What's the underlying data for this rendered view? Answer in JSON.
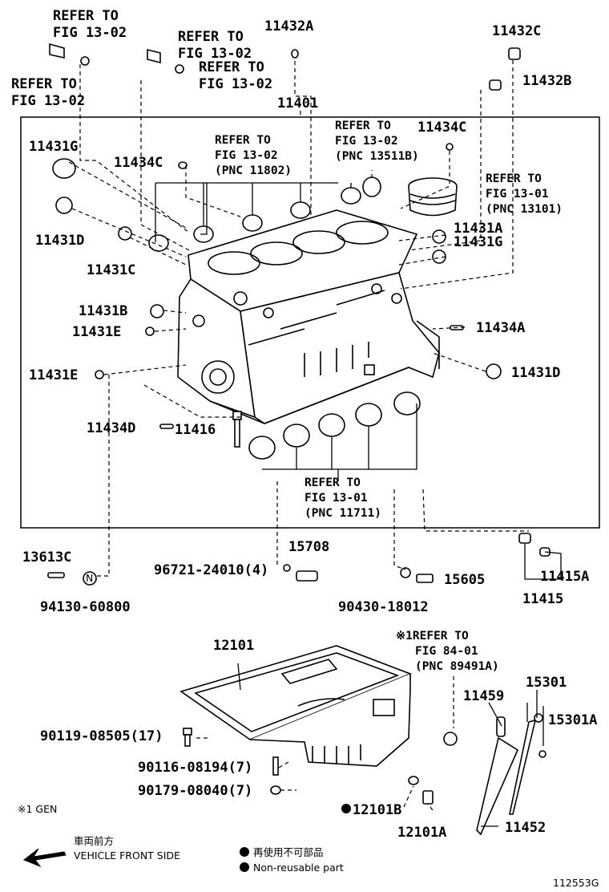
{
  "labels": {
    "ref_tl1": [
      "REFER TO",
      "FIG 13-02"
    ],
    "ref_tl2": [
      "REFER TO",
      "FIG 13-02"
    ],
    "ref_t2": [
      "REFER TO",
      "FIG 13-02"
    ],
    "ref_t3": [
      "REFER TO",
      "FIG 13-02"
    ],
    "p11432A": "11432A",
    "p11432C": "11432C",
    "p11432B": "11432B",
    "p11401": "11401",
    "ref_mid1": [
      "REFER TO",
      "FIG 13-02",
      "(PNC 11802)"
    ],
    "ref_mid2": [
      "REFER TO",
      "FIG 13-02",
      "(PNC 13511B)"
    ],
    "ref_piston": [
      "REFER TO",
      "FIG 13-01",
      "(PNC 13101)"
    ],
    "ref_main": [
      "REFER TO",
      "FIG 13-01",
      "(PNC 11711)"
    ],
    "ref_pan": [
      "※1REFER TO",
      "FIG 84-01",
      "(PNC 89491A)"
    ],
    "p11431G_l": "11431G",
    "p11434C_l": "11434C",
    "p11434C_r": "11434C",
    "p11431D_l": "11431D",
    "p11431C": "11431C",
    "p11431A": "11431A",
    "p11431G_r": "11431G",
    "p11431B": "11431B",
    "p11431E_1": "11431E",
    "p11434A": "11434A",
    "p11431E_2": "11431E",
    "p11431D_r": "11431D",
    "p11434D": "11434D",
    "p11416": "11416",
    "p13613C": "13613C",
    "p15708": "15708",
    "p96721": "96721-24010(4)",
    "p15605": "15605",
    "p11415A": "11415A",
    "p11415": "11415",
    "p94130": "94130-60800",
    "p90430": "90430-18012",
    "p12101": "12101",
    "p15301": "15301",
    "p11459": "11459",
    "p15301A": "15301A",
    "p90119": "90119-08505(17)",
    "p90116": "90116-08194(7)",
    "p90179": "90179-08040(7)",
    "p12101B": "12101B",
    "p12101A": "12101A",
    "p11452": "11452",
    "gen_note": "※1 GEN",
    "front_jp": "車両前方",
    "front_en": "VEHICLE FRONT SIDE",
    "legend_jp": "再使用不可部品",
    "legend_en": "Non-reusable part",
    "fig_id": "112553G",
    "n_mark": "N"
  }
}
